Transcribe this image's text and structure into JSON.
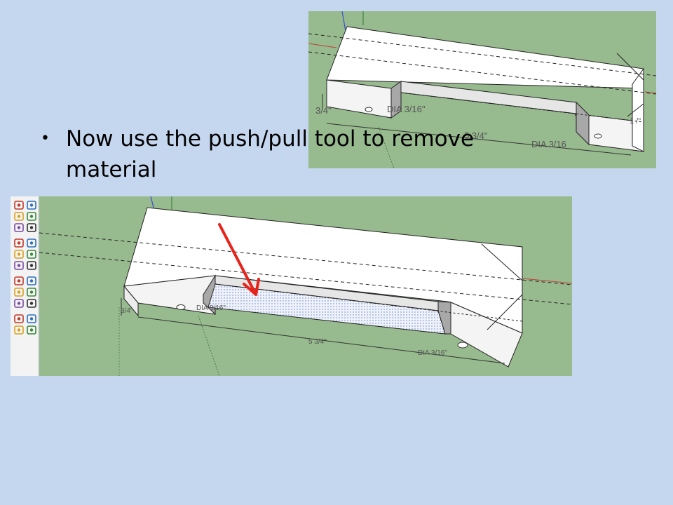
{
  "slide": {
    "bullet_glyph": "•",
    "bullet_text": "Now use the push/pull tool to remove material"
  },
  "top_screenshot": {
    "dimensions": {
      "height": "3/4\"",
      "length": "5 3/4\"",
      "dia_left": "DIA 3/16\"",
      "dia_right": "DIA 3/16",
      "partial": "1 /\""
    }
  },
  "bottom_screenshot": {
    "dimensions": {
      "height": "3/4\"",
      "length": "5 3/4\"",
      "dia_left": "DIA 3/16\"",
      "dia_right": "DIA 3/16\""
    },
    "toolbar": {
      "tools": [
        "select-tool",
        "eraser-tool",
        "paint-tool",
        "move-tool",
        "rotate-tool",
        "scale-tool",
        "offset-tool",
        "tape-tool",
        "text-tool",
        "axes-tool",
        "dimension-tool",
        "protractor-tool",
        "orbit-tool",
        "pan-tool",
        "zoom-tool",
        "zoom-window-tool",
        "zoom-extents-tool",
        "previous-view-tool",
        "position-camera-tool",
        "look-around-tool",
        "walk-tool",
        "section-tool"
      ]
    },
    "annotation_color": "#e8231a"
  },
  "colors": {
    "slide_background": "#c5d7ef",
    "canvas_green": "#97ba8e",
    "toolbar_bg": "#f3f3f3"
  }
}
